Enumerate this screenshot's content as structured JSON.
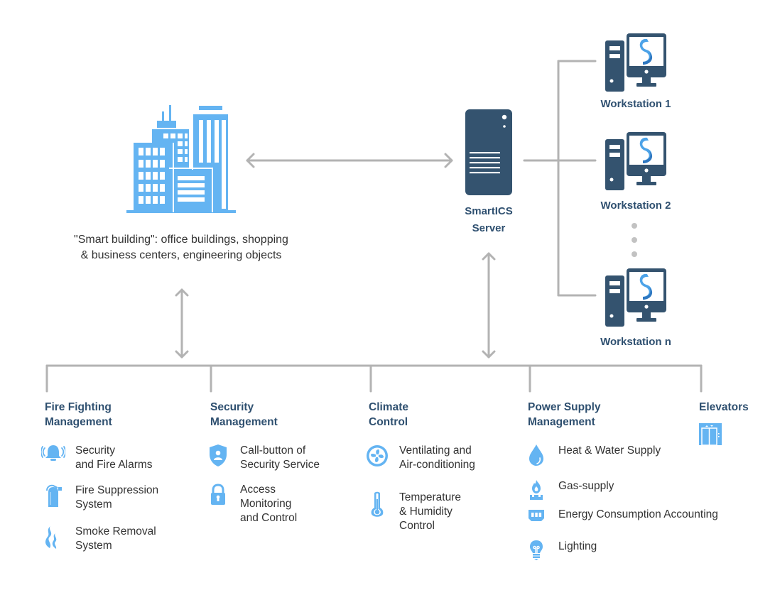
{
  "colors": {
    "accent_blue": "#64b4f2",
    "dark_navy": "#34536f",
    "line_gray": "#b3b3b3",
    "text": "#333333"
  },
  "building": {
    "icon": "office-buildings-icon",
    "caption_line1": "\"Smart building\": office buildings, shopping",
    "caption_line2": "& business centers, engineering objects"
  },
  "server": {
    "icon": "server-tower-icon",
    "label_line1": "SmartICS",
    "label_line2": "Server"
  },
  "workstations": [
    {
      "label": "Workstation 1",
      "icon": "workstation-icon"
    },
    {
      "label": "Workstation 2",
      "icon": "workstation-icon"
    },
    {
      "label": "Workstation n",
      "icon": "workstation-icon"
    }
  ],
  "ellipsis": "vertical-dots",
  "categories": [
    {
      "title_line1": "Fire Fighting",
      "title_line2": "Management",
      "items": [
        {
          "icon": "alarm-bell-icon",
          "label": "Security\nand Fire Alarms"
        },
        {
          "icon": "fire-extinguisher-icon",
          "label": "Fire Suppression\nSystem"
        },
        {
          "icon": "smoke-icon",
          "label": "Smoke Removal\nSystem"
        }
      ]
    },
    {
      "title_line1": "Security",
      "title_line2": "Management",
      "items": [
        {
          "icon": "security-shield-user-icon",
          "label": "Call-button of\nSecurity Service"
        },
        {
          "icon": "padlock-icon",
          "label": "Access\nMonitoring\nand Control"
        }
      ]
    },
    {
      "title_line1": "Climate",
      "title_line2": "Control",
      "items": [
        {
          "icon": "fan-icon",
          "label": "Ventilating and\nAir-conditioning"
        },
        {
          "icon": "thermometer-icon",
          "label": "Temperature\n& Humidity\nControl"
        }
      ]
    },
    {
      "title_line1": "Power Supply",
      "title_line2": "Management",
      "items": [
        {
          "icon": "water-drop-icon",
          "label": "Heat & Water Supply"
        },
        {
          "icon": "gas-burner-icon",
          "label": "Gas-supply"
        },
        {
          "icon": "energy-meter-icon",
          "label": "Energy Consumption Accounting"
        },
        {
          "icon": "light-bulb-icon",
          "label": "Lighting"
        }
      ]
    },
    {
      "title_line1": "Elevators",
      "title_line2": "",
      "items": [
        {
          "icon": "elevator-icon",
          "label": ""
        }
      ]
    }
  ]
}
